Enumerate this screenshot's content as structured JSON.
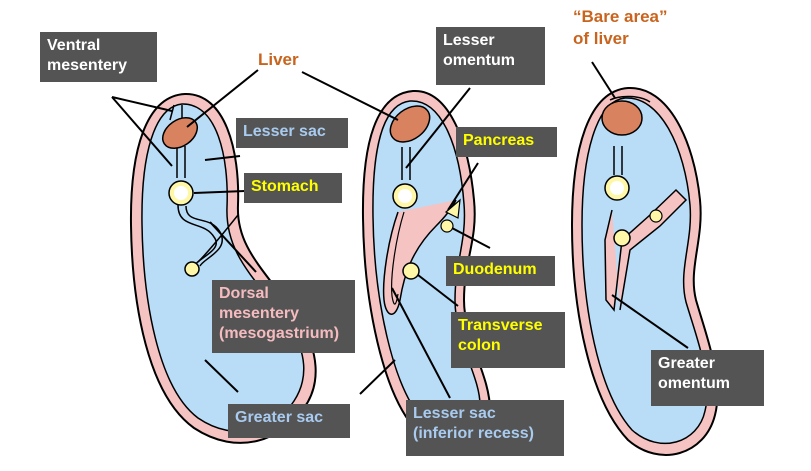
{
  "colors": {
    "peritoneum": "#f6c3c3",
    "cavity": "#b9dcf7",
    "liver": "#d9825f",
    "gut": "#fff7a8",
    "outline": "#000000",
    "label_box": "#545454",
    "label_orange": "#c8641e",
    "label_yellow": "#ffff00",
    "label_blue": "#a9cbef",
    "label_pink": "#f5bcc0"
  },
  "labels": {
    "ventral_mesentery": [
      "Ventral",
      "mesentery"
    ],
    "liver": "Liver",
    "lesser_sac": "Lesser sac",
    "stomach": "Stomach",
    "dorsal_mesentery": [
      "Dorsal",
      "mesentery",
      "(mesogastrium)"
    ],
    "greater_sac": "Greater sac",
    "lesser_omentum": [
      "Lesser",
      "omentum"
    ],
    "pancreas": "Pancreas",
    "duodenum": "Duodenum",
    "transverse_colon": [
      "Transverse",
      "colon"
    ],
    "lesser_sac_inferior": [
      "Lesser sac",
      "(inferior recess)"
    ],
    "bare_area": [
      "“Bare area”",
      "of liver"
    ],
    "greater_omentum": [
      "Greater",
      "omentum"
    ]
  }
}
